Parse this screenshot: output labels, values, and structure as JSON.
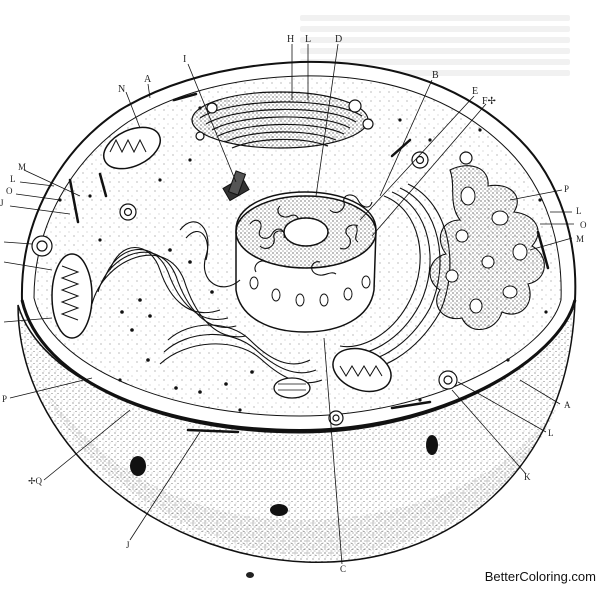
{
  "diagram": {
    "watermark": "BetterColoring.com",
    "labels": {
      "I": "I",
      "H": "H",
      "L_top": "L",
      "D": "D",
      "N": "N",
      "A_top": "A",
      "B": "B",
      "E": "E",
      "F": "F✢",
      "M_left": "M",
      "L_left": "L",
      "O_left": "O",
      "J_left": "J",
      "P_right": "P",
      "L_right": "L",
      "O_right": "O",
      "M_right": "M",
      "P_left": "P",
      "A_right": "A",
      "L_lower": "L",
      "K": "K",
      "Q": "✢Q",
      "J_bottom": "J",
      "C": "C"
    }
  }
}
